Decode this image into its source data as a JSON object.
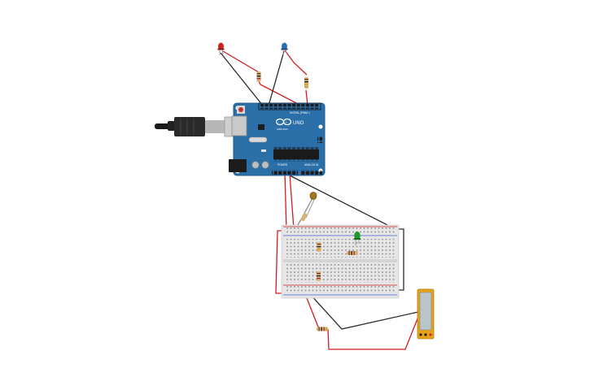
{
  "board": {
    "name": "UNO",
    "brand": "ARDUINO",
    "digital_label": "DIGITAL (PWM~)",
    "power_label": "POWER",
    "analog_label": "ANALOG IN",
    "color": "#2a6fa8"
  },
  "colors": {
    "wire_red": "#d21c1c",
    "wire_black": "#2b2b2b",
    "led_red": "#c8261e",
    "led_blue": "#2d6fb6",
    "led_green": "#1f9a2b",
    "multimeter": "#e8a21a",
    "breadboard": "#e6e6e6"
  },
  "components": {
    "led_red_icon": "led-red",
    "led_blue_icon": "led-blue",
    "led_green_icon": "led-green",
    "photoresistor_icon": "photoresistor",
    "multimeter_icon": "multimeter",
    "usb_icon": "usb-cable"
  }
}
